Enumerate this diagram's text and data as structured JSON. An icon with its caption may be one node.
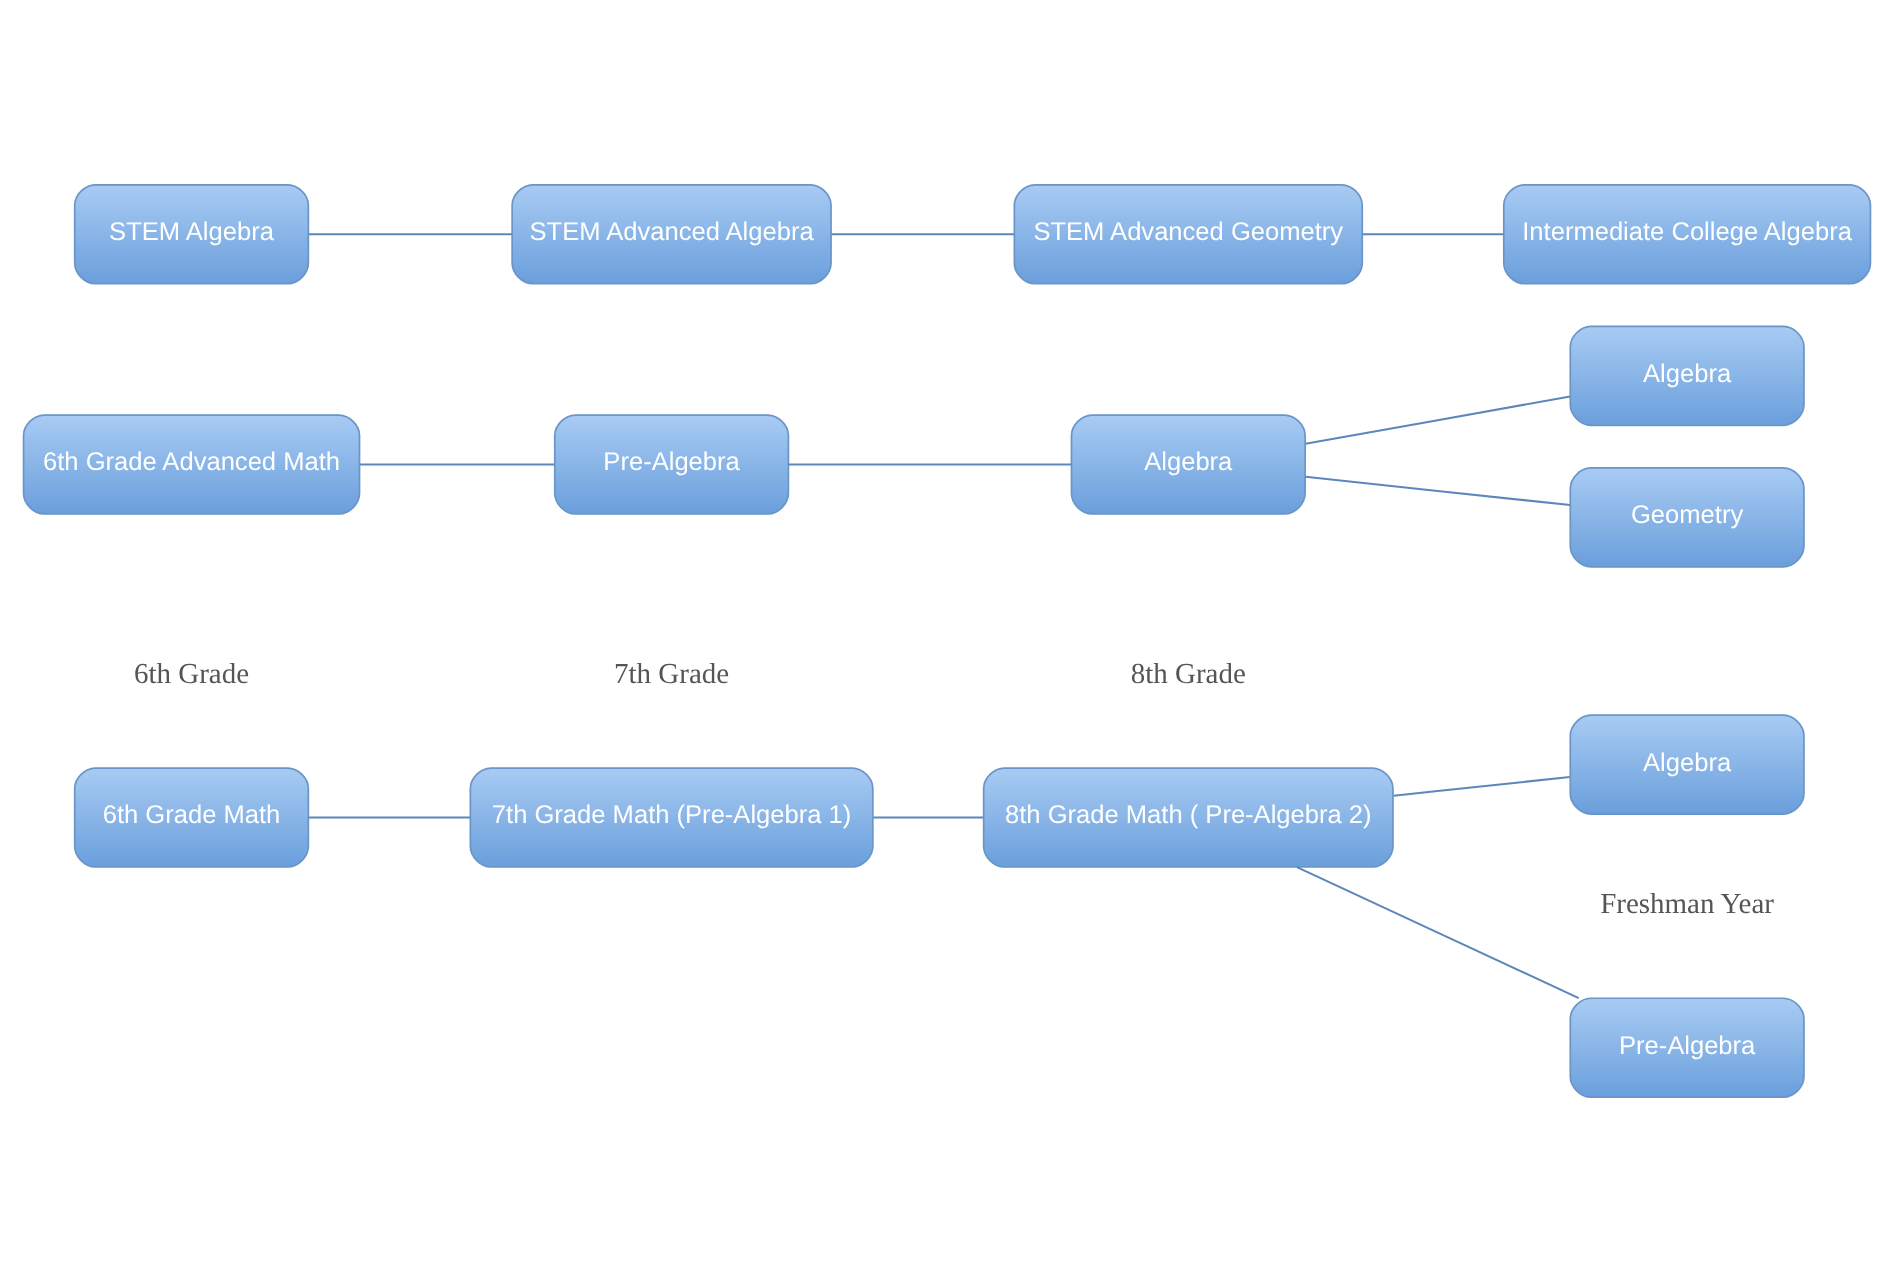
{
  "diagram": {
    "nodes": [
      {
        "text": [
          "6th Grade Math"
        ]
      },
      {
        "text": [
          "7th Grade Math (Pre-Algebra 1)"
        ]
      },
      {
        "text": [
          "8th Grade Math ( Pre-Algebra 2)"
        ]
      },
      {
        "text": [
          "Pre-Algebra"
        ]
      },
      {
        "text": [
          "Algebra"
        ]
      },
      {
        "text": [
          "6th Grade Advanced Math"
        ]
      },
      {
        "text": [
          "Pre-Algebra"
        ]
      },
      {
        "text": [
          "Algebra"
        ]
      },
      {
        "text": [
          "Algebra"
        ]
      },
      {
        "text": [
          "Geometry"
        ]
      },
      {
        "text": [
          "STEM Algebra"
        ]
      },
      {
        "text": [
          "STEM Advanced Algebra"
        ]
      },
      {
        "text": [
          "STEM Advanced Geometry"
        ]
      },
      {
        "text": [
          "Intermediate College Algebra"
        ]
      }
    ],
    "edges": [
      {
        "from": 0,
        "to": 1,
        "arrow": "none"
      },
      {
        "from": 1,
        "to": 2,
        "arrow": "none"
      },
      {
        "from": 2,
        "to": 3,
        "arrow": "none"
      },
      {
        "from": 2,
        "to": 4,
        "arrow": "none"
      },
      {
        "from": 5,
        "to": 6,
        "arrow": "none"
      },
      {
        "from": 6,
        "to": 7,
        "arrow": "none"
      },
      {
        "from": 7,
        "to": 8,
        "arrow": "none"
      },
      {
        "from": 7,
        "to": 9,
        "arrow": "none"
      },
      {
        "from": 10,
        "to": 11,
        "arrow": "none"
      },
      {
        "from": 11,
        "to": 12,
        "arrow": "none"
      },
      {
        "from": 12,
        "to": 13,
        "arrow": "none"
      }
    ],
    "labels": [
      "6th Grade",
      "7th Grade",
      "8th Grade",
      "Freshman Year"
    ]
  }
}
